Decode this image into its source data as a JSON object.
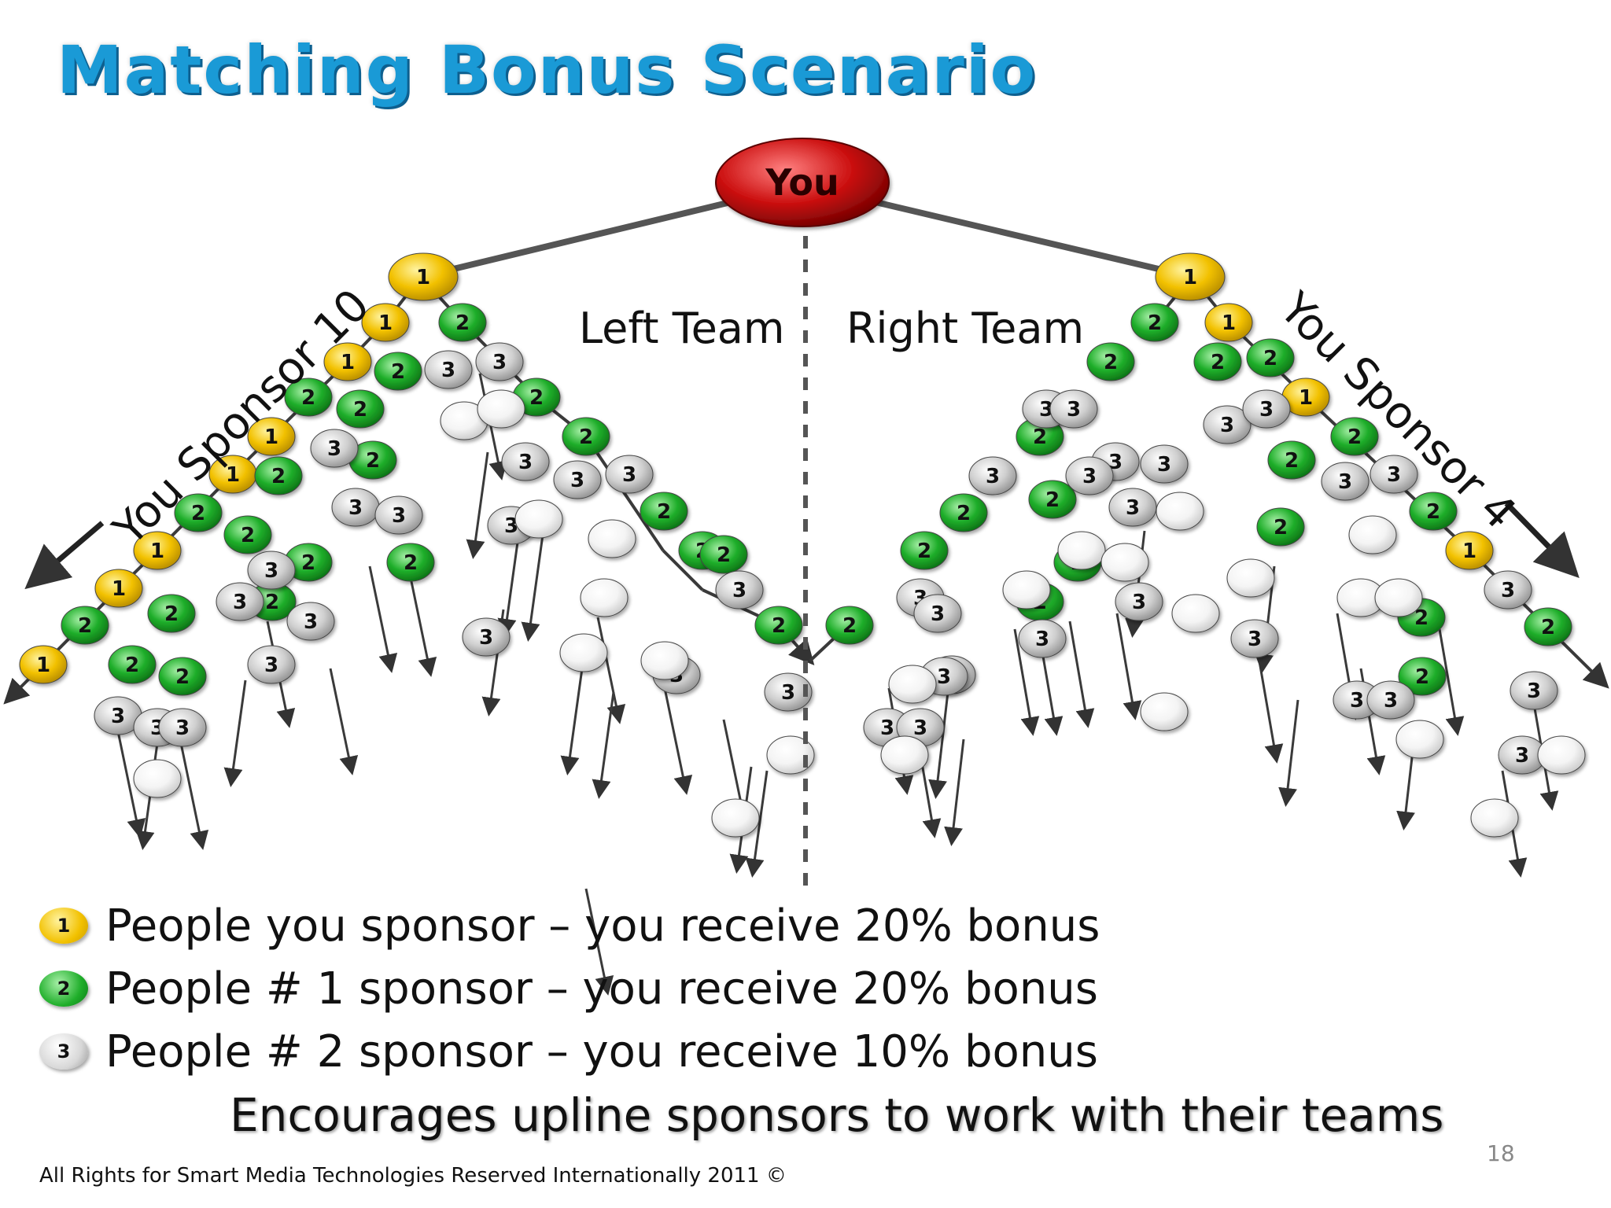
{
  "title": "Matching Bonus Scenario",
  "root_label": "You",
  "left_team": "Left Team",
  "right_team": "Right Team",
  "left_sponsor": "You Sponsor 10",
  "right_sponsor": "You Sponsor 4",
  "colors": {
    "title": "#1a9ad6",
    "root": "#cc1111",
    "level1": "#f2c100",
    "level2": "#1fae2a",
    "level3": "#cfcfcf",
    "blank": "#f4f4f4",
    "line": "#555555"
  },
  "node_labels": {
    "level1": "1",
    "level2": "2",
    "level3": "3"
  },
  "legend": [
    {
      "badge": "1",
      "level": "level1",
      "text": "People you sponsor – you receive 20% bonus"
    },
    {
      "badge": "2",
      "level": "level2",
      "text": "People # 1 sponsor – you receive 20% bonus"
    },
    {
      "badge": "3",
      "level": "level3",
      "text": "People # 2 sponsor – you receive 10% bonus"
    }
  ],
  "footer": "Encourages upline sponsors to work with their teams",
  "copyright": "All Rights for Smart Media Technologies Reserved Internationally 2011 ©",
  "page_number": "18"
}
